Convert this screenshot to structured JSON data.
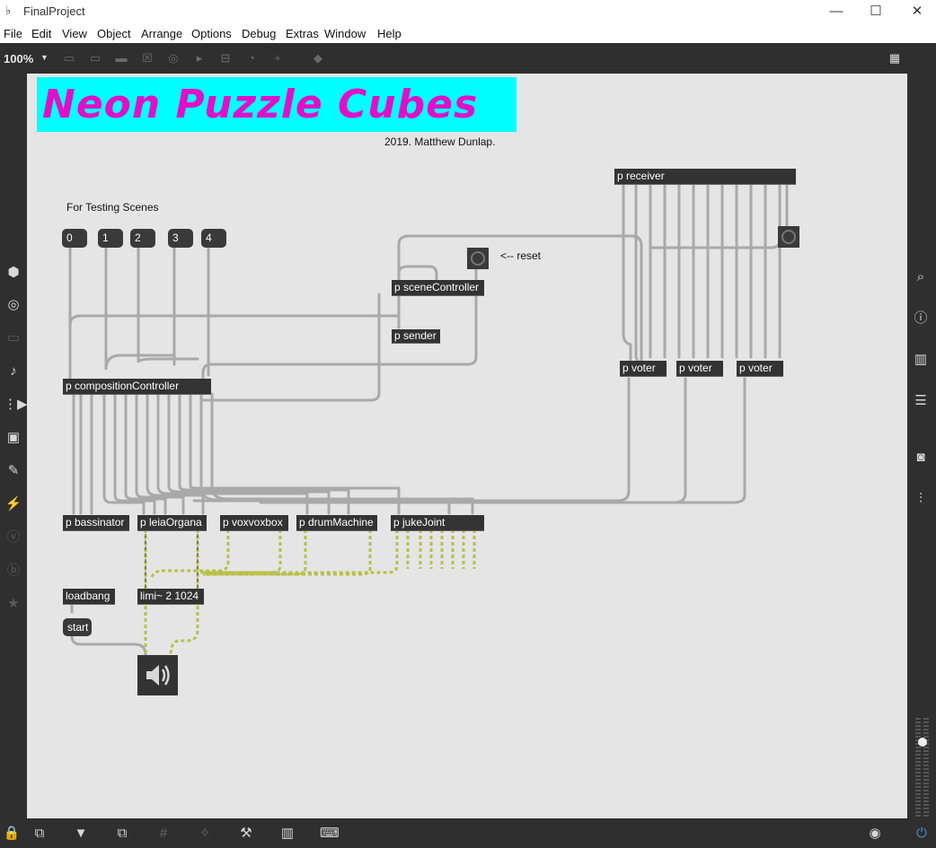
{
  "window": {
    "title": "FinalProject",
    "minimize": "—",
    "maximize": "☐",
    "close": "✕"
  },
  "menu": [
    "File",
    "Edit",
    "View",
    "Object",
    "Arrange",
    "Options",
    "Debug",
    "Extras",
    "Window",
    "Help"
  ],
  "toolbar": {
    "zoom": "100%"
  },
  "patch": {
    "title": "Neon Puzzle Cubes",
    "credit": "2019. Matthew Dunlap.",
    "testing_label": "For Testing Scenes",
    "reset_label": "<-- reset",
    "number_buttons": [
      "0",
      "1",
      "2",
      "3",
      "4"
    ],
    "objects": {
      "receiver": "p receiver",
      "sceneController": "p sceneController",
      "sender": "p sender",
      "compositionController": "p compositionController",
      "voter1": "p voter",
      "voter2": "p voter",
      "voter3": "p voter",
      "bassinator": "p bassinator",
      "leiaOrgana": "p leiaOrgana",
      "voxvoxbox": "p voxvoxbox",
      "drumMachine": "p drumMachine",
      "jukeJoint": "p jukeJoint",
      "loadbang": "loadbang",
      "limiter": "limi~ 2 1024",
      "start": "start"
    }
  },
  "icons": {
    "left": [
      "cube-icon",
      "target-icon",
      "keyboard-icon",
      "music-note-icon",
      "media-icon",
      "image-icon",
      "paperclip-icon",
      "plug-icon",
      "v-icon",
      "b-icon",
      "star-icon"
    ],
    "right": [
      "search-icon",
      "info-icon",
      "book-icon",
      "list-icon",
      "camera-icon",
      "sliders-icon"
    ]
  },
  "colors": {
    "banner_bg": "#00ffff",
    "banner_text": "#e010c8",
    "canvas": "#e5e5e5",
    "chrome": "#2f2f2f"
  }
}
